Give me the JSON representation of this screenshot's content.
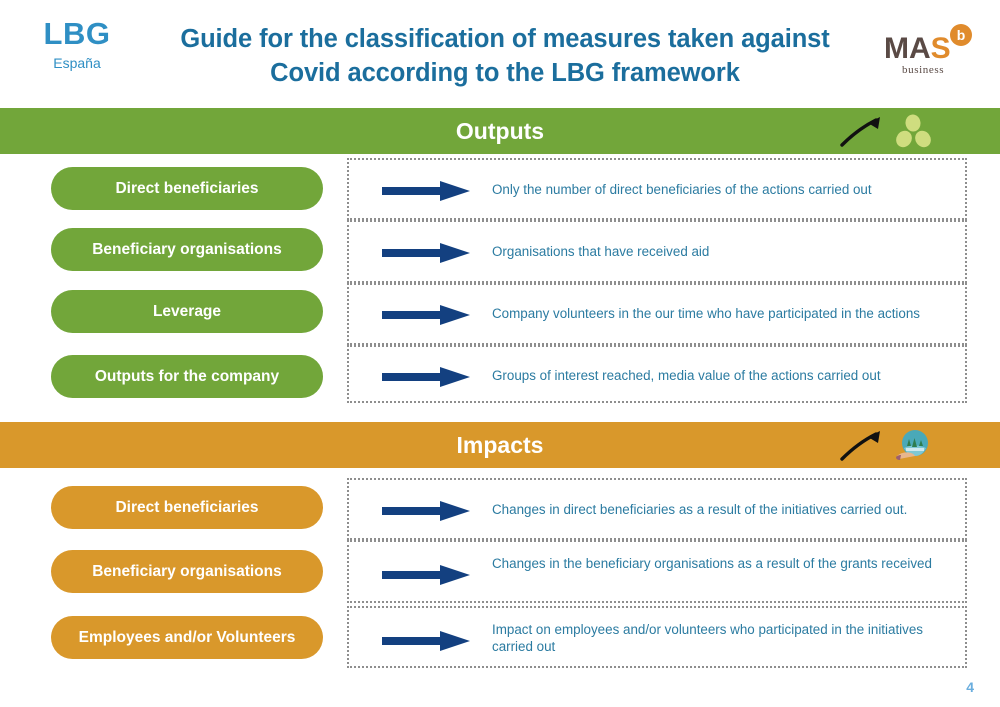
{
  "header": {
    "logo_left": {
      "main": "LBG",
      "sub": "España"
    },
    "title_line1": "Guide for the classification of measures taken against",
    "title_line2": "Covid according to the LBG framework",
    "logo_right": {
      "word_ma": "MA",
      "word_s": "S",
      "badge": "b",
      "sub": "business"
    }
  },
  "sections": [
    {
      "id": "outputs",
      "banner_title": "Outputs",
      "color": "#72a63a",
      "icon": "leaves-icon",
      "rows": [
        {
          "label": "Direct beneficiaries",
          "text": "Only the number of direct beneficiaries of the actions carried out"
        },
        {
          "label": "Beneficiary organisations",
          "text": "Organisations that have received aid"
        },
        {
          "label": "Leverage",
          "text": "Company volunteers in the our time who have participated in the actions"
        },
        {
          "label": "Outputs for the company",
          "text": "Groups of interest reached, media value of the actions carried out"
        }
      ]
    },
    {
      "id": "impacts",
      "banner_title": "Impacts",
      "color": "#d9982b",
      "icon": "hand-globe-icon",
      "rows": [
        {
          "label": "Direct beneficiaries",
          "text": "Changes in direct beneficiaries as a result of the initiatives carried out."
        },
        {
          "label": "Beneficiary organisations",
          "text": "Changes in the beneficiary organisations as a result of the grants received"
        },
        {
          "label": "Employees and/or Volunteers",
          "text": "Impact on employees and/or volunteers who participated in the initiatives carried out"
        }
      ]
    }
  ],
  "footer": {
    "page_number": "4"
  },
  "colors": {
    "green": "#72a63a",
    "orange": "#d9982b",
    "title_blue": "#1b6e9d",
    "body_blue": "#2b7ba1",
    "arrow_navy": "#134080",
    "logo_blue": "#2f8fc4",
    "page_number_blue": "#6aaede"
  }
}
